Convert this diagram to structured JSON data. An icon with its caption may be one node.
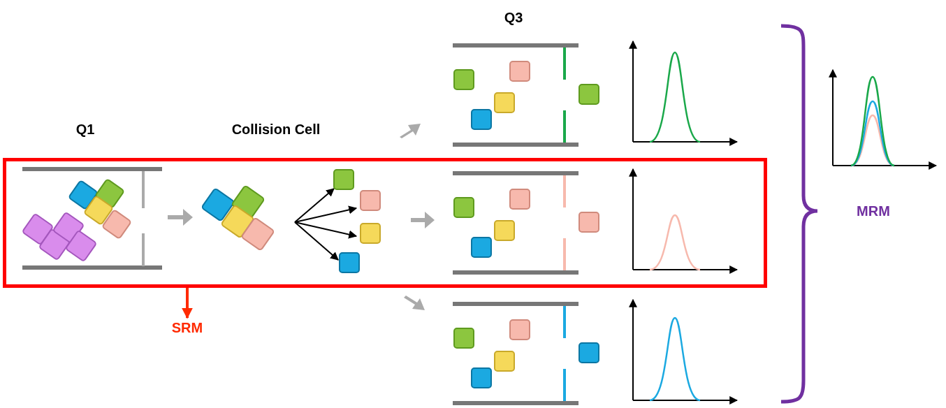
{
  "diagram": {
    "nodes": [
      {
        "text": [],
        "shape": "box"
      },
      {
        "text": [
          "SRM"
        ]
      }
    ],
    "edges": [
      {
        "from": 0,
        "to": 1,
        "arrow": "to",
        "color": "#ff2a00"
      }
    ],
    "labels": [
      "Q3",
      "Q1",
      "Collision Cell",
      "MRM"
    ]
  }
}
